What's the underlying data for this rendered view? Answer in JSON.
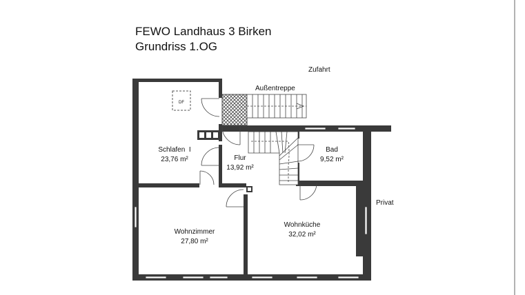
{
  "plan": {
    "title": "FEWO Landhaus 3 Birken",
    "subtitle": "Grundriss 1.OG",
    "labels": {
      "zufahrt": "Zufahrt",
      "aussentreppe": "Außentreppe",
      "privat": "Privat",
      "df": "DF"
    },
    "rooms": [
      {
        "name": "Schlafen  I",
        "area": "23,76 m²"
      },
      {
        "name": "Flur",
        "area": "13,92 m²"
      },
      {
        "name": "Bad",
        "area": "9,52 m²"
      },
      {
        "name": "Wohnzimmer",
        "area": "27,80 m²"
      },
      {
        "name": "Wohnküche",
        "area": "32,02 m²"
      }
    ]
  },
  "colors": {
    "wall": "#3a3a3a",
    "line": "#444444",
    "background": "#ffffff"
  }
}
